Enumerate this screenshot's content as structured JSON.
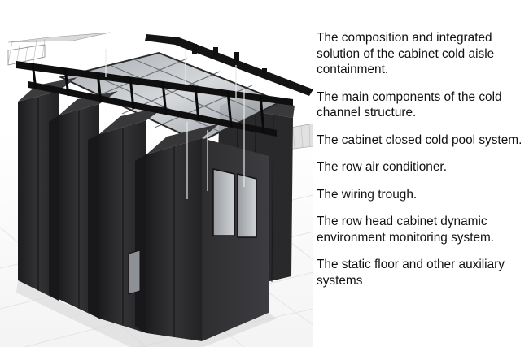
{
  "image": {
    "subject": "cabinet-cold-aisle-containment-render",
    "colors": {
      "background": "#ffffff",
      "cabinet": "#2b2b2d",
      "cabinet_dark": "#1a1a1c",
      "glass_roof": "#b8bcc0",
      "floor_grid": "#e6e6e6",
      "cable_tray": "#111111",
      "text": "#111111"
    }
  },
  "components": [
    {
      "text": "The composition and integrated solution of the cabinet cold aisle containment."
    },
    {
      "text": "The main components of the cold channel structure."
    },
    {
      "text": "The cabinet closed cold pool system."
    },
    {
      "text": "The row air conditioner."
    },
    {
      "text": "The wiring trough."
    },
    {
      "text": "The row head cabinet dynamic environment monitoring system."
    },
    {
      "text": "The static floor and other auxiliary systems"
    }
  ]
}
